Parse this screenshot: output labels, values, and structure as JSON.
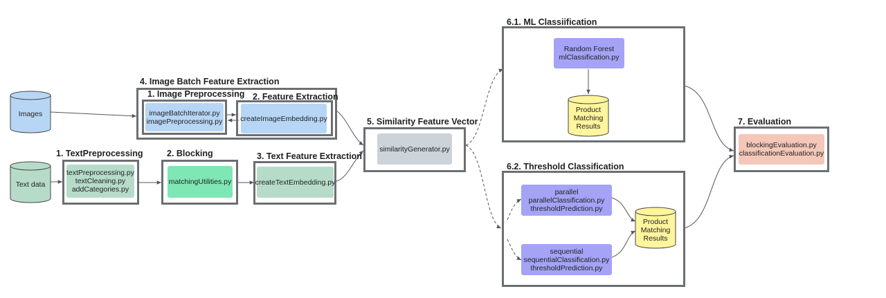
{
  "sources": {
    "images": "Images",
    "text_data": "Text data"
  },
  "image_batch": {
    "title": "4. Image Batch Feature Extraction",
    "preprocessing": {
      "title": "1. Image Preprocessing",
      "lines": [
        "imageBatchIterator.py",
        "imagePreprocessing.py"
      ]
    },
    "feature_extraction": {
      "title": "2. Feature Extraction",
      "lines": [
        "createImageEmbedding.py"
      ]
    }
  },
  "text_preprocessing": {
    "title": "1.  TextPreprocessing",
    "lines": [
      "textPreprocessing.py",
      "textCleaning.py",
      "addCategories.py"
    ]
  },
  "blocking": {
    "title": "2. Blocking",
    "lines": [
      "matchingUtilities.py"
    ]
  },
  "text_feature": {
    "title": "3. Text Feature Extraction",
    "lines": [
      "createTextEmbedding.py"
    ]
  },
  "similarity": {
    "title": "5. Similarity Feature Vector",
    "lines": [
      "similarityGenerator.py"
    ]
  },
  "ml_classification": {
    "title": "6.1.  ML Classiification",
    "model_lines": [
      "Random Forest",
      "mlClassification.py"
    ],
    "results_lines": [
      "Product",
      "Matching",
      "Results"
    ]
  },
  "threshold_classification": {
    "title": "6.2. Threshold Classification",
    "parallel_lines": [
      "parallel",
      "parallelClassification.py",
      "thresholdPrediction.py"
    ],
    "sequential_lines": [
      "sequential",
      "sequentialClassification.py",
      "thresholdPrediction.py"
    ],
    "results_lines": [
      "Product",
      "Matching",
      "Results"
    ]
  },
  "evaluation": {
    "title": "7. Evaluation",
    "lines": [
      "blockingEvaluation.py",
      "classificationEvaluation.py"
    ]
  },
  "colors": {
    "frame": "#6b6e73",
    "image_nodes": "#b7d6f6",
    "text_nodes": "#b6dcc9",
    "blocking_node": "#7ee7b4",
    "similarity_node": "#ccd3d9",
    "classifier_nodes": "#a4a3f6",
    "results_cylinder": "#fff59c",
    "evaluation_node": "#f4c7b9"
  }
}
